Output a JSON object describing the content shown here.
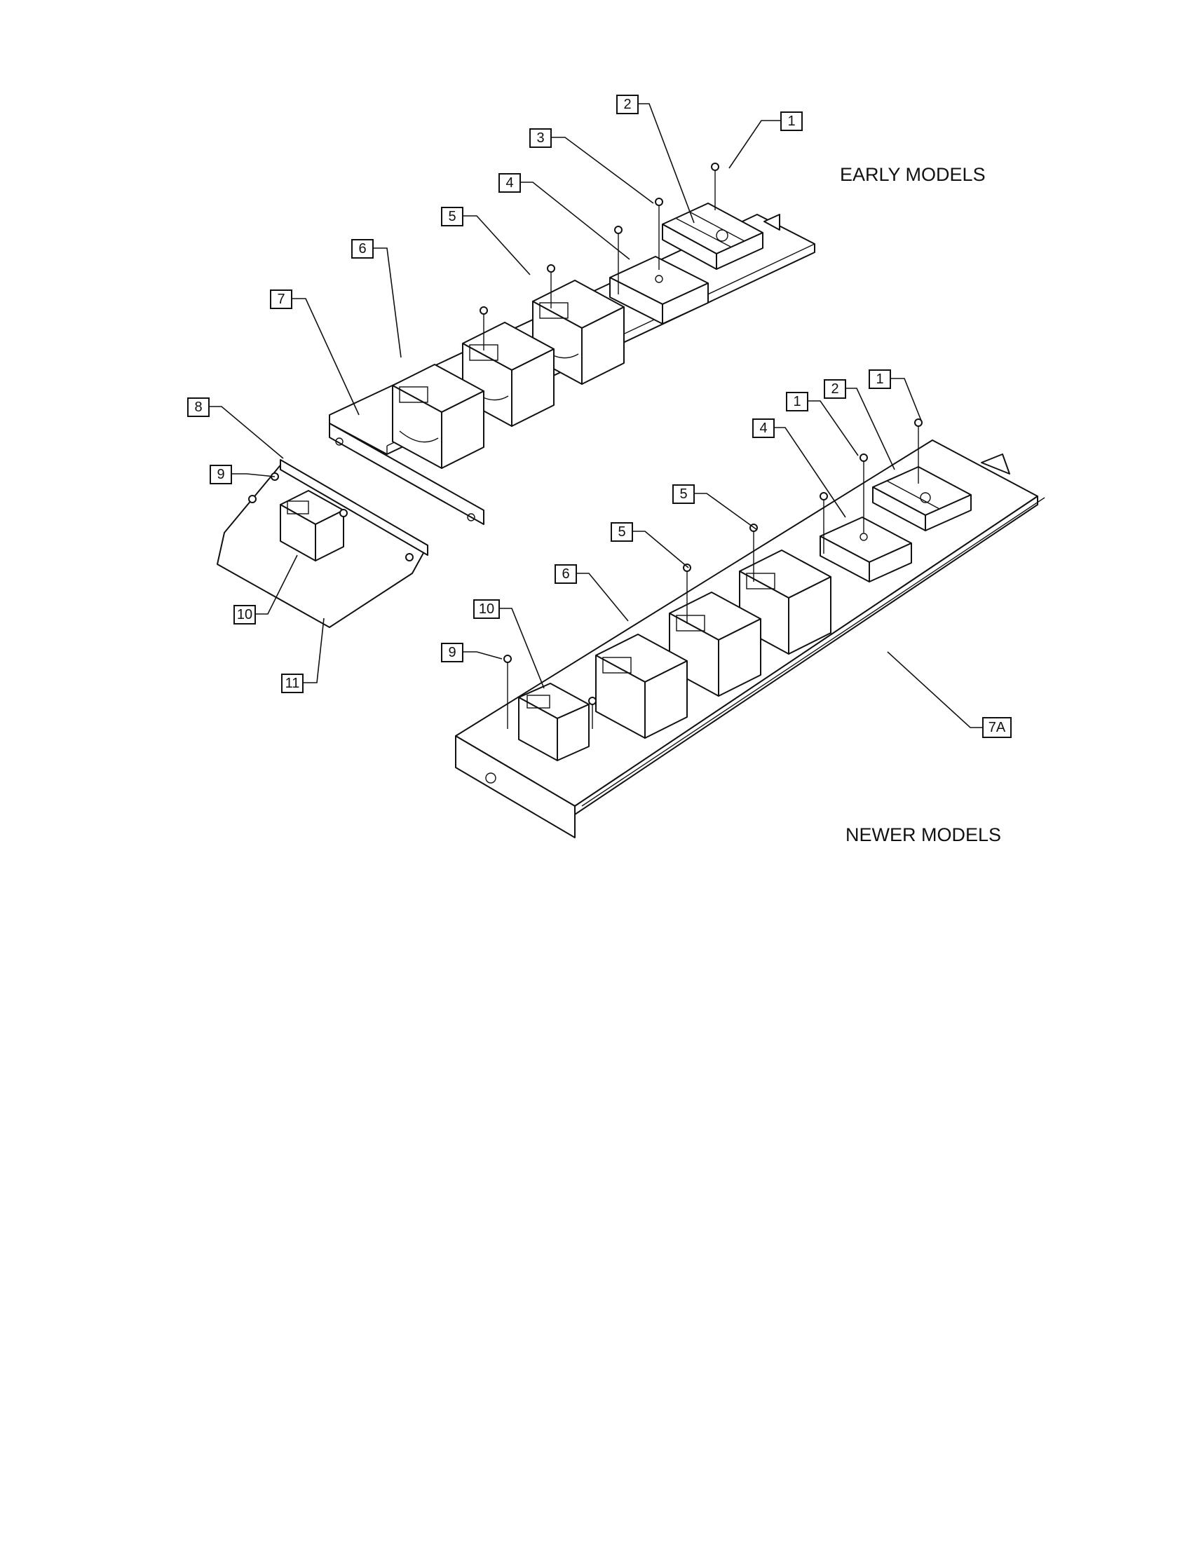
{
  "labels": {
    "early": "EARLY MODELS",
    "newer": "NEWER MODELS"
  },
  "callouts": {
    "early": [
      "1",
      "2",
      "3",
      "4",
      "5",
      "6",
      "7",
      "8",
      "9",
      "10",
      "11"
    ],
    "newer": [
      "1",
      "2",
      "1",
      "4",
      "5",
      "5",
      "6",
      "10",
      "9",
      "7A"
    ]
  }
}
